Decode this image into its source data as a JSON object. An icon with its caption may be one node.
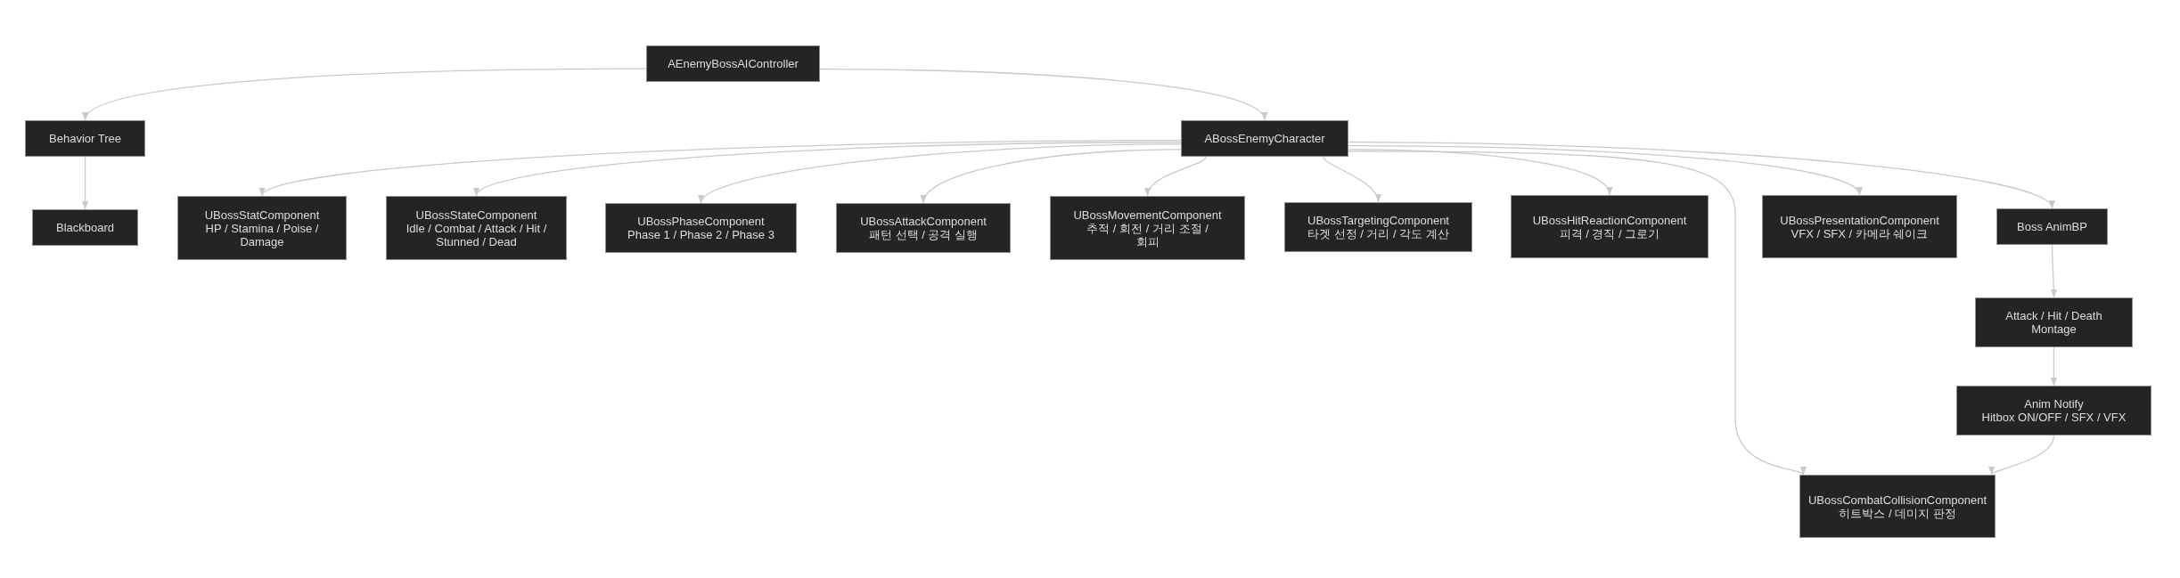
{
  "diagram": {
    "nodes": [
      {
        "text": [
          "AEnemyBossAIController"
        ]
      },
      {
        "text": [
          "Behavior Tree"
        ]
      },
      {
        "text": [
          "ABossEnemyCharacter"
        ]
      },
      {
        "text": [
          "Blackboard"
        ]
      },
      {
        "text": [
          "UBossStatComponent",
          "HP / Stamina / Poise / Damage"
        ]
      },
      {
        "text": [
          "UBossStateComponent",
          "Idle / Combat / Attack / Hit / Stunned / Dead"
        ]
      },
      {
        "text": [
          "UBossPhaseComponent",
          "Phase 1 / Phase 2 / Phase 3"
        ]
      },
      {
        "text": [
          "UBossAttackComponent",
          "패턴 선택 / 공격 실행"
        ]
      },
      {
        "text": [
          "UBossMovementComponent",
          "추적 / 회전 / 거리 조절 / 회피"
        ]
      },
      {
        "text": [
          "UBossTargetingComponent",
          "타겟 선정 / 거리 / 각도 계산"
        ]
      },
      {
        "text": [
          "UBossHitReactionComponent",
          "피격 / 경직 / 그로기"
        ]
      },
      {
        "text": [
          "UBossPresentationComponent",
          "VFX / SFX / 카메라 쉐이크"
        ]
      },
      {
        "text": [
          "Boss AnimBP"
        ]
      },
      {
        "text": [
          "Attack / Hit / Death Montage"
        ]
      },
      {
        "text": [
          "Anim Notify",
          "Hitbox ON/OFF / SFX / VFX"
        ]
      },
      {
        "text": [
          "UBossCombatCollisionComponent",
          "히트박스 / 데미지 판정"
        ]
      }
    ],
    "edges": [
      {
        "from": 0,
        "to": 1,
        "arrow": "to"
      },
      {
        "from": 0,
        "to": 2,
        "arrow": "to"
      },
      {
        "from": 1,
        "to": 3,
        "arrow": "to"
      },
      {
        "from": 2,
        "to": 4,
        "arrow": "to"
      },
      {
        "from": 2,
        "to": 5,
        "arrow": "to"
      },
      {
        "from": 2,
        "to": 6,
        "arrow": "to"
      },
      {
        "from": 2,
        "to": 7,
        "arrow": "to"
      },
      {
        "from": 2,
        "to": 8,
        "arrow": "to"
      },
      {
        "from": 2,
        "to": 9,
        "arrow": "to"
      },
      {
        "from": 2,
        "to": 10,
        "arrow": "to"
      },
      {
        "from": 2,
        "to": 11,
        "arrow": "to"
      },
      {
        "from": 2,
        "to": 12,
        "arrow": "to"
      },
      {
        "from": 2,
        "to": 15,
        "arrow": "to"
      },
      {
        "from": 12,
        "to": 13,
        "arrow": "to"
      },
      {
        "from": 13,
        "to": 14,
        "arrow": "to"
      },
      {
        "from": 14,
        "to": 15,
        "arrow": "to"
      }
    ]
  }
}
